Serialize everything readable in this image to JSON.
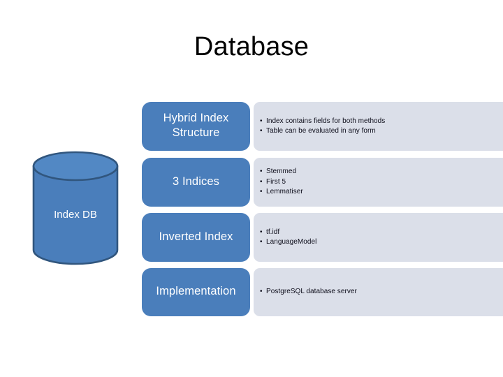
{
  "slide": {
    "title": "Database",
    "background_color": "#ffffff",
    "accent_blue": "#4a7ebb",
    "panel_gray": "#dbdfe9",
    "title_color": "#000000"
  },
  "cylinder": {
    "label": "Index DB",
    "shape": "database-cylinder",
    "fill_color": "#4a7ebb",
    "outline_color": "#31567e"
  },
  "rows": [
    {
      "label": "Hybrid Index Structure",
      "bullets": [
        "Index contains fields for both methods",
        "Table can be evaluated in any form"
      ]
    },
    {
      "label": "3 Indices",
      "bullets": [
        "Stemmed",
        "First 5",
        "Lemmatiser"
      ]
    },
    {
      "label": "Inverted Index",
      "bullets": [
        "tf.idf",
        "LanguageModel"
      ]
    },
    {
      "label": "Implementation",
      "bullets": [
        "PostgreSQL database server"
      ]
    }
  ],
  "bullet_glyph": "•"
}
